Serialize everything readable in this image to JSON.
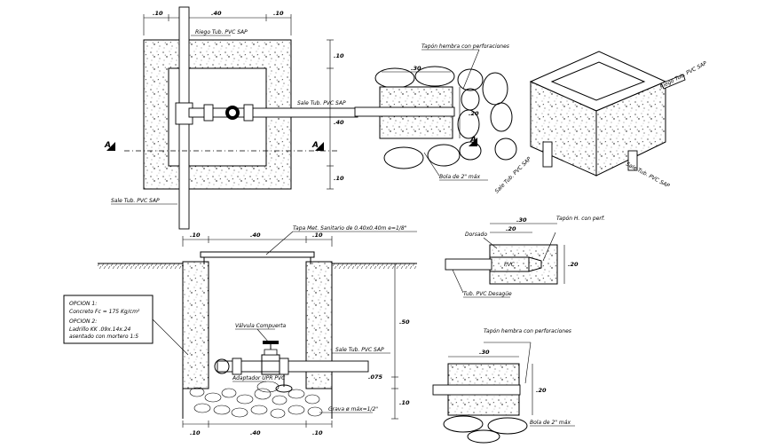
{
  "plan": {
    "dim_top": [
      ".10",
      ".40",
      ".10"
    ],
    "dim_right": [
      ".10",
      ".40",
      ".10"
    ],
    "section_mark": "A",
    "label_riego": "Riego Tub. PVC SAP",
    "label_sale_right": "Sale Tub. PVC SAP",
    "label_sale_bottom": "Sale Tub. PVC SAP"
  },
  "detail_top": {
    "label_tapon": "Tapón hembra con perforaciones",
    "dim_width": ".30",
    "dim_height": ".20",
    "label_bola": "Bola de 2\" máx",
    "section_mark": "A"
  },
  "iso": {
    "label_riego": "Riego Tub. PVC SAP",
    "label_sale": "Sale Tub. PVC SAP",
    "label_sale2": "Sale Tub. PVC SAP"
  },
  "section": {
    "dim_top": [
      ".10",
      ".40",
      ".10"
    ],
    "dim_bottom": [
      ".10",
      ".40",
      ".10"
    ],
    "dim_right": [
      ".50",
      ".075",
      ".10"
    ],
    "label_tapa": "Tapa Met. Sanitario de 0.40x0.40m e=1/8\"",
    "label_valvula": "Válvula Compuerta",
    "label_sale": "Sale Tub. PVC SAP",
    "label_adaptador": "Adaptador UPR PVC",
    "label_grava": "Grava ø máx=1/2\"",
    "opcion_box": [
      "OPCION 1:",
      "Concreto Fc = 175 Kg/cm²",
      "OPCION 2:",
      "Ladrillo KK .09x.14x.24",
      "asentado con mortero 1:5"
    ]
  },
  "detail_mid": {
    "dim_outer": ".30",
    "dim_inner": ".20",
    "dim_height": ".20",
    "label_tapon": "Tapón H. con perf.",
    "label_dorsador": "Dorsado",
    "label_pvc": "PVC",
    "label_tub": "Tub. PVC Desagüe"
  },
  "detail_bottom": {
    "label_tapon": "Tapón hembra con perforaciones",
    "dim_width": ".30",
    "dim_height": ".20",
    "label_bola": "Bola de 2\" máx"
  }
}
